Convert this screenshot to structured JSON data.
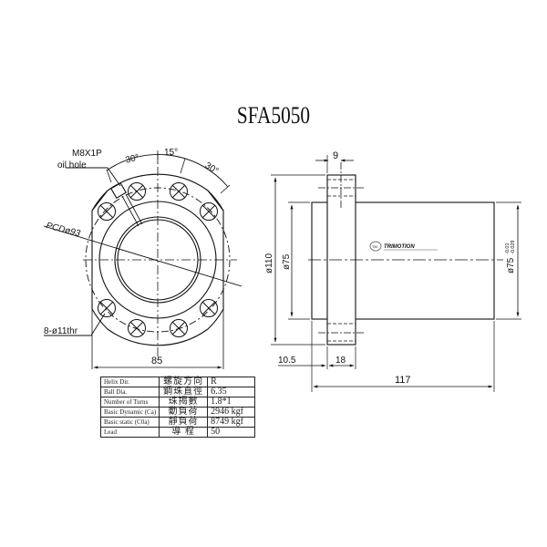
{
  "title": "SFA5050",
  "front_view": {
    "oil_hole_label_line1": "M8X1P",
    "oil_hole_label_line2": "oil hole",
    "angle_left": "30°",
    "angle_center": "15°",
    "angle_right": "30°",
    "pcd_label": "PCDø93",
    "holes_label": "8-ø11thr",
    "width_dim": "85"
  },
  "side_view": {
    "flange_thickness": "9",
    "flange_diameter": "ø110",
    "body_diameter_left": "ø75",
    "body_diameter_right": "ø75",
    "tolerance_upper": "-0.01",
    "tolerance_lower": "-0.029",
    "offset_dim": "10.5",
    "flange_width": "18",
    "total_length": "117",
    "logo_text": "TRIMOTION",
    "logo_badge": "TM"
  },
  "spec_table": {
    "rows": [
      {
        "en": "Helix  Dir.",
        "zh": "螺旋方向",
        "value": "R"
      },
      {
        "en": "Ball Dia.",
        "zh": "鋼珠直徑",
        "value": "6.35"
      },
      {
        "en": "Number of Turns",
        "zh": "珠揭數",
        "value": "1.8*1"
      },
      {
        "en": "Basic Dynamic (Ca)",
        "zh": "動負荷",
        "value": "2946 kgf"
      },
      {
        "en": "Basic static (C0a)",
        "zh": "靜負荷",
        "value": "8749 kgf"
      },
      {
        "en": "Lead",
        "zh": "導  程",
        "value": "50"
      }
    ]
  }
}
